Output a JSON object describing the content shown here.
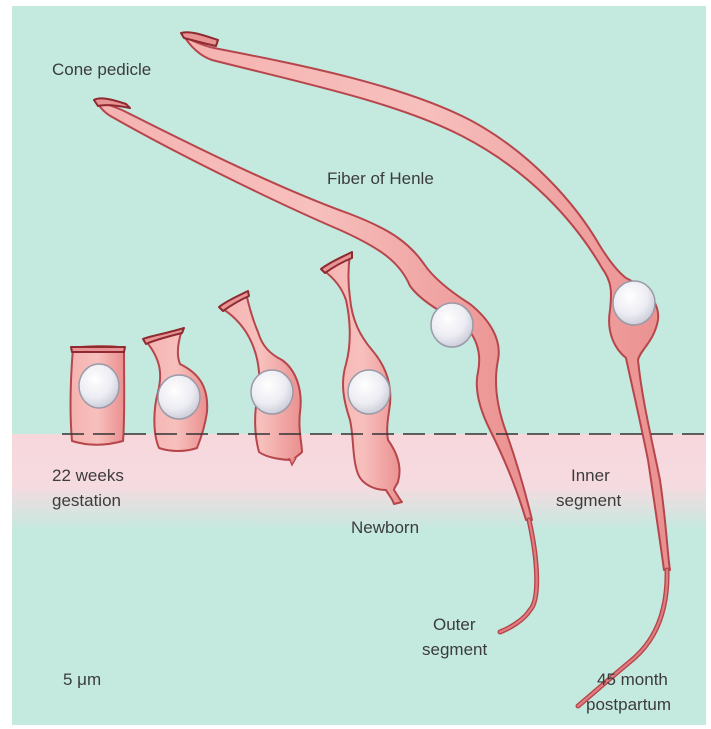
{
  "labels": {
    "cone_pedicle": "Cone pedicle",
    "fiber_of_henle": "Fiber of Henle",
    "gestation_line1": "22 weeks",
    "gestation_line2": "gestation",
    "newborn": "Newborn",
    "inner_line1": "Inner",
    "inner_line2": "segment",
    "outer_line1": "Outer",
    "outer_line2": "segment",
    "scale": "5 μm",
    "postpartum_line1": "45 month",
    "postpartum_line2": "postpartum"
  },
  "colors": {
    "background": "#c4e9df",
    "inner_segment_band": "#f7d7dc",
    "cell_fill": "#f2a7a7",
    "cell_stroke": "#b6464b",
    "nucleus": "#e9e9f2"
  }
}
